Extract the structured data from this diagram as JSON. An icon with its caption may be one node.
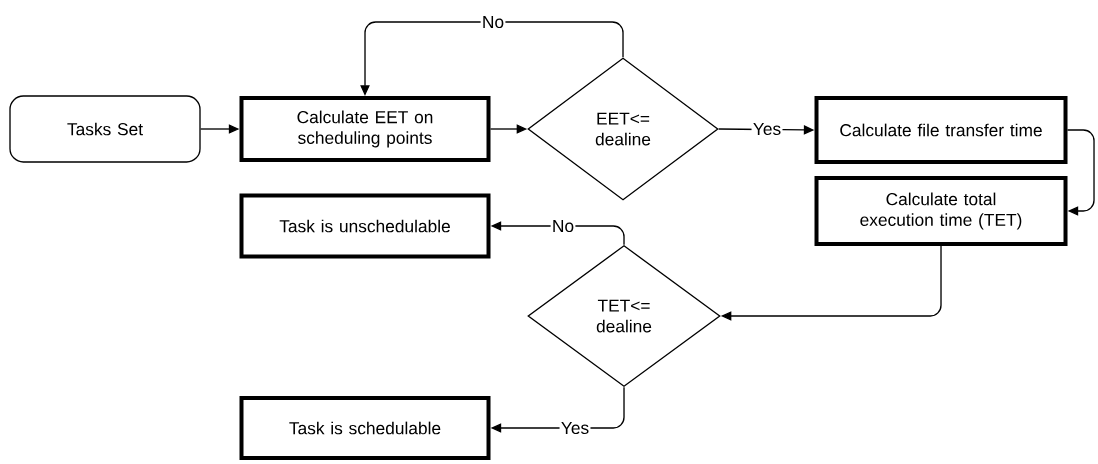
{
  "diagram": {
    "nodes": [
      {
        "text": [
          "Tasks Set"
        ]
      },
      {
        "text": [
          "Calculate EET on scheduling points"
        ]
      },
      {
        "text": [
          "EET<= dealine"
        ]
      },
      {
        "text": [
          "Calculate file transfer time"
        ]
      },
      {
        "text": [
          "Calculate total execution time (TET)"
        ]
      },
      {
        "text": [
          "Task is unschedulable"
        ]
      },
      {
        "text": [
          "TET<= dealine"
        ]
      },
      {
        "text": [
          "Task is schedulable"
        ]
      }
    ],
    "edges": [
      {
        "from": 0,
        "to": 1,
        "arrow": "to"
      },
      {
        "from": 1,
        "to": 2,
        "arrow": "to"
      },
      {
        "from": 2,
        "to": 3,
        "arrow": "to",
        "label": "Yes"
      },
      {
        "from": 2,
        "to": 1,
        "arrow": "to",
        "label": "No"
      },
      {
        "from": 3,
        "to": 4,
        "arrow": "to"
      },
      {
        "from": 4,
        "to": 6,
        "arrow": "to"
      },
      {
        "from": 6,
        "to": 5,
        "arrow": "to",
        "label": "No"
      },
      {
        "from": 6,
        "to": 7,
        "arrow": "to",
        "label": "Yes"
      }
    ]
  }
}
